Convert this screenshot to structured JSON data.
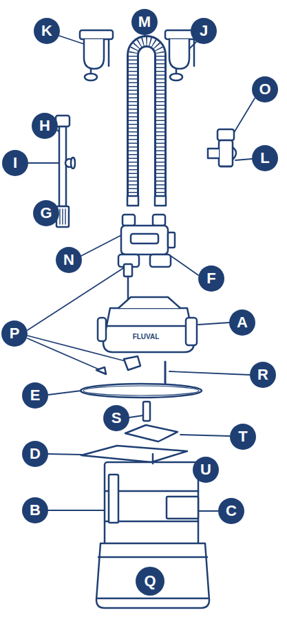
{
  "diagram": {
    "nodes": [
      {
        "text": [
          "M"
        ]
      },
      {
        "text": [
          "K"
        ]
      },
      {
        "text": [
          "J"
        ]
      },
      {
        "text": [
          "O"
        ]
      },
      {
        "text": [
          "H"
        ]
      },
      {
        "text": [
          "L"
        ]
      },
      {
        "text": [
          "I"
        ]
      },
      {
        "text": [
          "G"
        ]
      },
      {
        "text": [
          "N"
        ]
      },
      {
        "text": [
          "F"
        ]
      },
      {
        "text": [
          "A"
        ]
      },
      {
        "text": [
          "P"
        ]
      },
      {
        "text": [
          "R"
        ]
      },
      {
        "text": [
          "E"
        ]
      },
      {
        "text": [
          "S"
        ]
      },
      {
        "text": [
          "T"
        ]
      },
      {
        "text": [
          "D"
        ]
      },
      {
        "text": [
          "U"
        ]
      },
      {
        "text": [
          "B"
        ]
      },
      {
        "text": [
          "C"
        ]
      },
      {
        "text": [
          "Q"
        ]
      }
    ],
    "labels": [
      "FLUVAL"
    ]
  }
}
